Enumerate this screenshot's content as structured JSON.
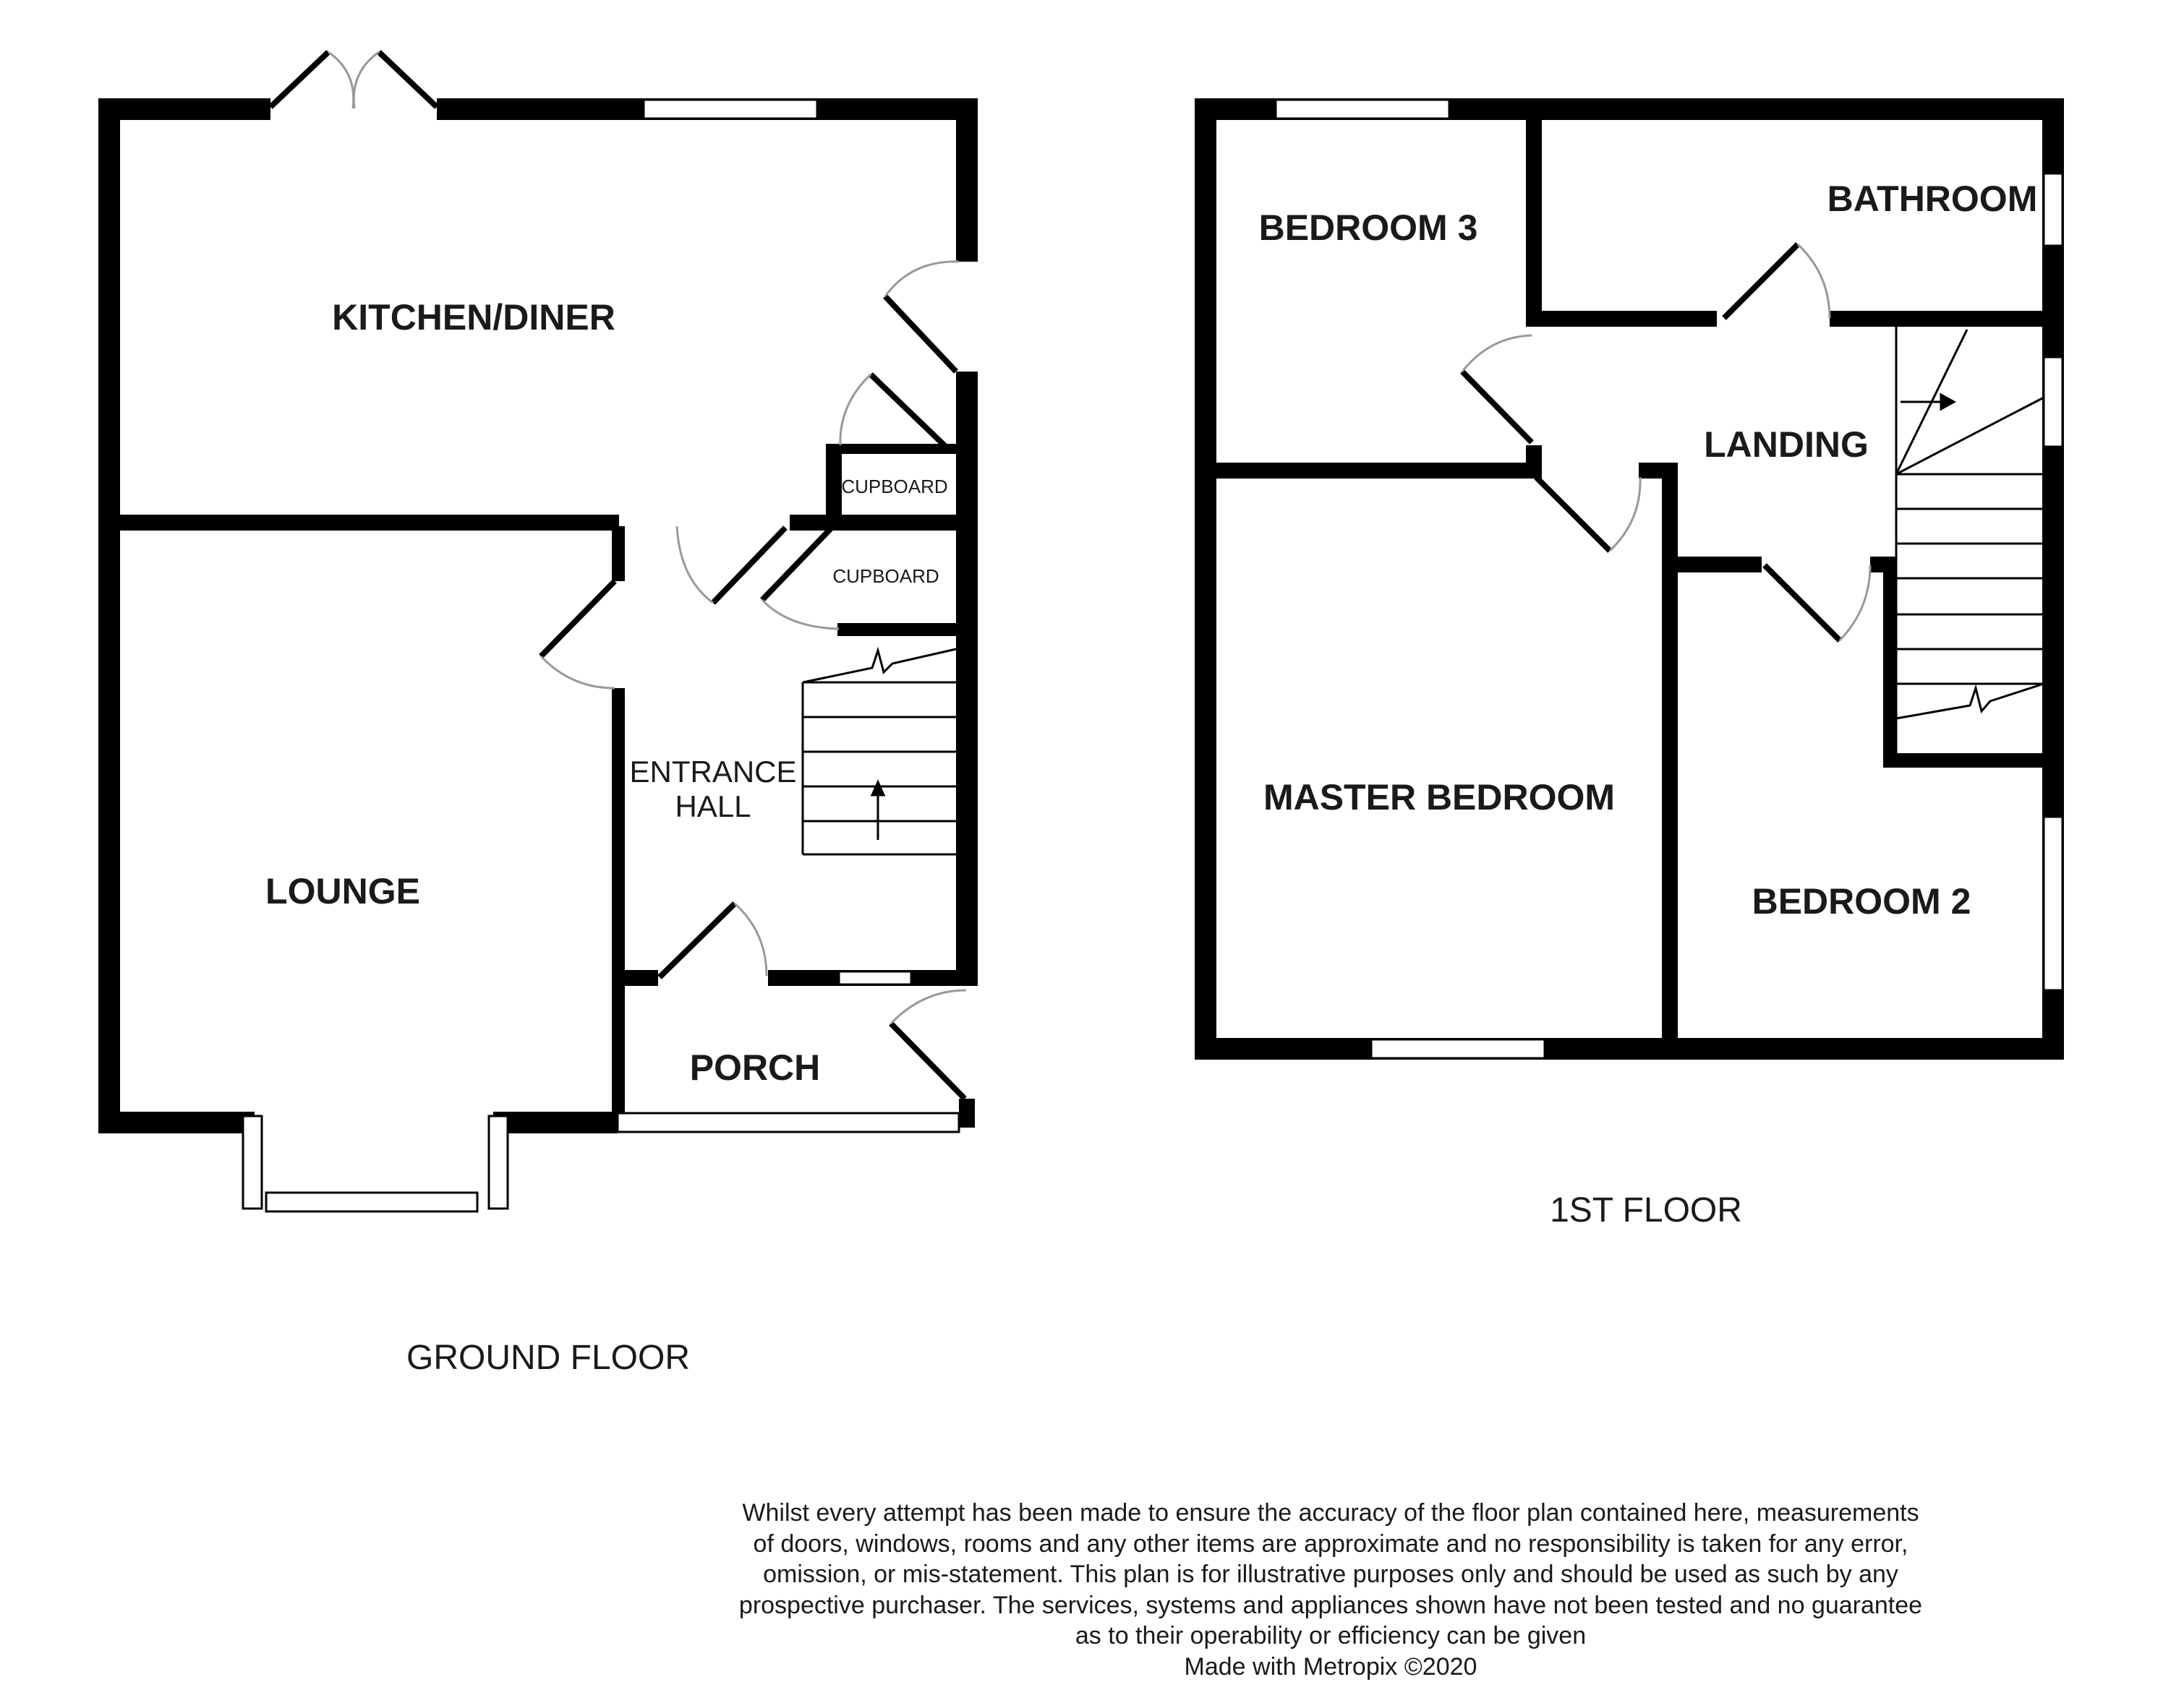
{
  "ground_floor": {
    "label": "GROUND FLOOR",
    "rooms": {
      "kitchen": "KITCHEN/DINER",
      "lounge": "LOUNGE",
      "entrance_hall_line1": "ENTRANCE",
      "entrance_hall_line2": "HALL",
      "porch": "PORCH",
      "cupboard_upper": "CUPBOARD",
      "cupboard_lower": "CUPBOARD"
    }
  },
  "first_floor": {
    "label": "1ST FLOOR",
    "rooms": {
      "bedroom3": "BEDROOM 3",
      "bathroom": "BATHROOM",
      "landing": "LANDING",
      "master_bedroom": "MASTER BEDROOM",
      "bedroom2": "BEDROOM 2"
    }
  },
  "disclaimer": {
    "lines": [
      "Whilst every attempt has been made to ensure the accuracy of the floor plan contained here, measurements",
      "of doors, windows, rooms and any other items are approximate and no responsibility is taken for any error,",
      "omission, or mis-statement. This plan is for illustrative purposes only and should be used as such by any",
      "prospective purchaser. The services, systems and appliances shown have not been tested and no guarantee",
      "as to their operability or efficiency can be given",
      "Made with Metropix ©2020"
    ]
  },
  "colors": {
    "wall": "#000000",
    "window": "#ffffff",
    "door_swing": "#999999",
    "text": "#1a1a1a"
  }
}
